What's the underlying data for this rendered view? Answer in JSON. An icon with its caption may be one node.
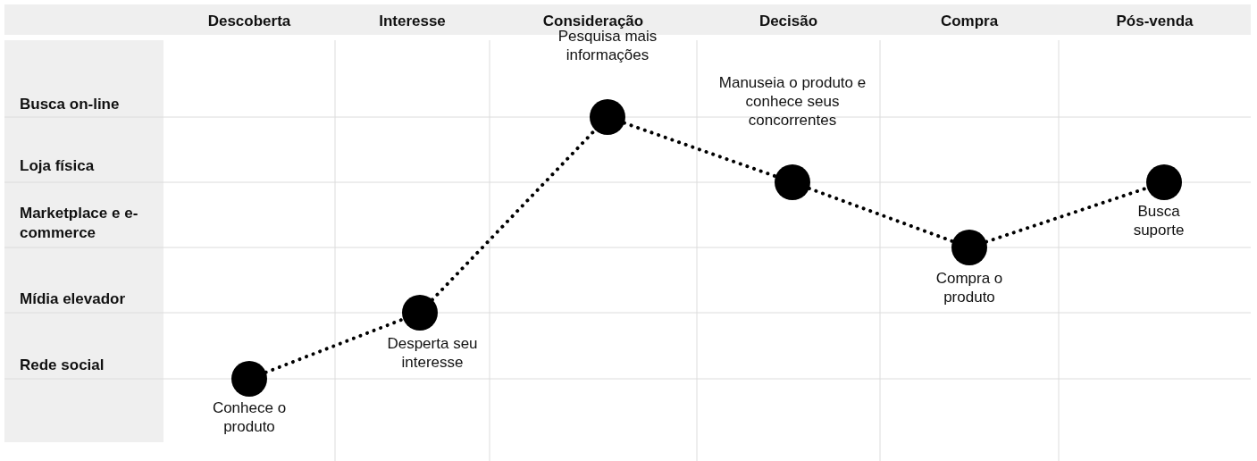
{
  "diagram": {
    "nodes": [
      {
        "text": [],
        "shape": "circle",
        "beside": [
          "Conhece o produto"
        ]
      },
      {
        "text": [],
        "shape": "circle",
        "beside": [
          "Desperta seu interesse"
        ]
      },
      {
        "text": [],
        "shape": "circle",
        "beside": [
          "Pesquisa mais informações"
        ]
      },
      {
        "text": [],
        "shape": "circle",
        "beside": [
          "Manuseia o produto e conhece seus concorrentes"
        ]
      },
      {
        "text": [],
        "shape": "circle",
        "beside": [
          "Compra o produto"
        ]
      },
      {
        "text": [],
        "shape": "circle",
        "beside": [
          "Busca suporte"
        ]
      }
    ],
    "edges": [
      {
        "from": 0,
        "to": 1,
        "arrow": "none",
        "style": "dashed"
      },
      {
        "from": 1,
        "to": 2,
        "arrow": "none",
        "style": "dashed"
      },
      {
        "from": 2,
        "to": 3,
        "arrow": "none",
        "style": "dashed"
      },
      {
        "from": 3,
        "to": 4,
        "arrow": "none",
        "style": "dashed"
      },
      {
        "from": 4,
        "to": 5,
        "arrow": "none",
        "style": "dashed"
      }
    ],
    "labels": [
      "Descoberta",
      "Interesse",
      "Consideração",
      "Decisão",
      "Compra",
      "Pós-venda",
      "Busca on-line",
      "Loja física",
      "Marketplace e e-commerce",
      "Mídia elevador",
      "Rede social"
    ]
  }
}
